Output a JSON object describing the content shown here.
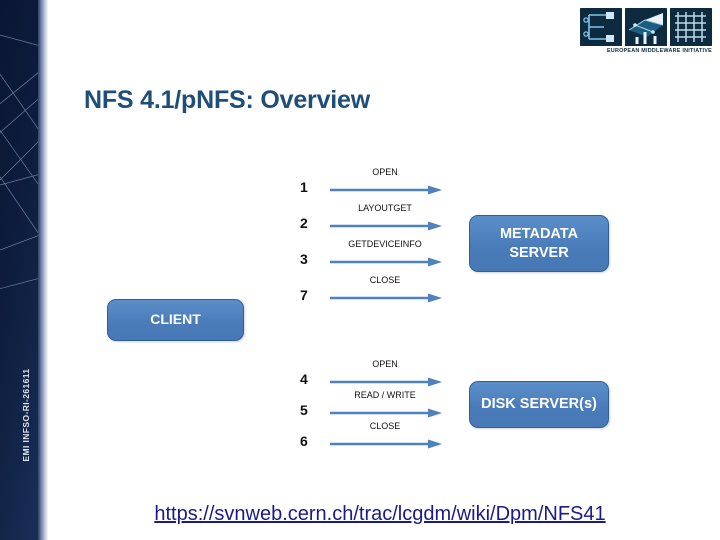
{
  "slide": {
    "title": "NFS 4.1/pNFS: Overview",
    "footer_url": "https://svnweb.cern.ch/trac/lcgdm/wiki/Dpm/NFS41",
    "sidebar_label": "EMI INFSO-RI-261611",
    "background_color": "#ffffff",
    "title_color": "#1F4E79",
    "node_color": "#4A7CBA",
    "arrow_color": "#4E81BD",
    "url_color": "#1A1A8C"
  },
  "logo": {
    "caption": "EUROPEAN MIDDLEWARE INITIATIVE",
    "tiles": [
      "logo-tile-e",
      "logo-tile-m",
      "logo-tile-i"
    ]
  },
  "nodes": {
    "client": "CLIENT",
    "metadata_server_line1": "METADATA",
    "metadata_server_line2": "SERVER",
    "disk_server": "DISK SERVER(s)"
  },
  "metadata_flow": [
    {
      "step": "1",
      "label": "OPEN"
    },
    {
      "step": "2",
      "label": "LAYOUTGET"
    },
    {
      "step": "3",
      "label": "GETDEVICEINFO"
    },
    {
      "step": "7",
      "label": "CLOSE"
    }
  ],
  "disk_flow": [
    {
      "step": "4",
      "label": "OPEN"
    },
    {
      "step": "5",
      "label": "READ / WRITE"
    },
    {
      "step": "6",
      "label": "CLOSE"
    }
  ]
}
